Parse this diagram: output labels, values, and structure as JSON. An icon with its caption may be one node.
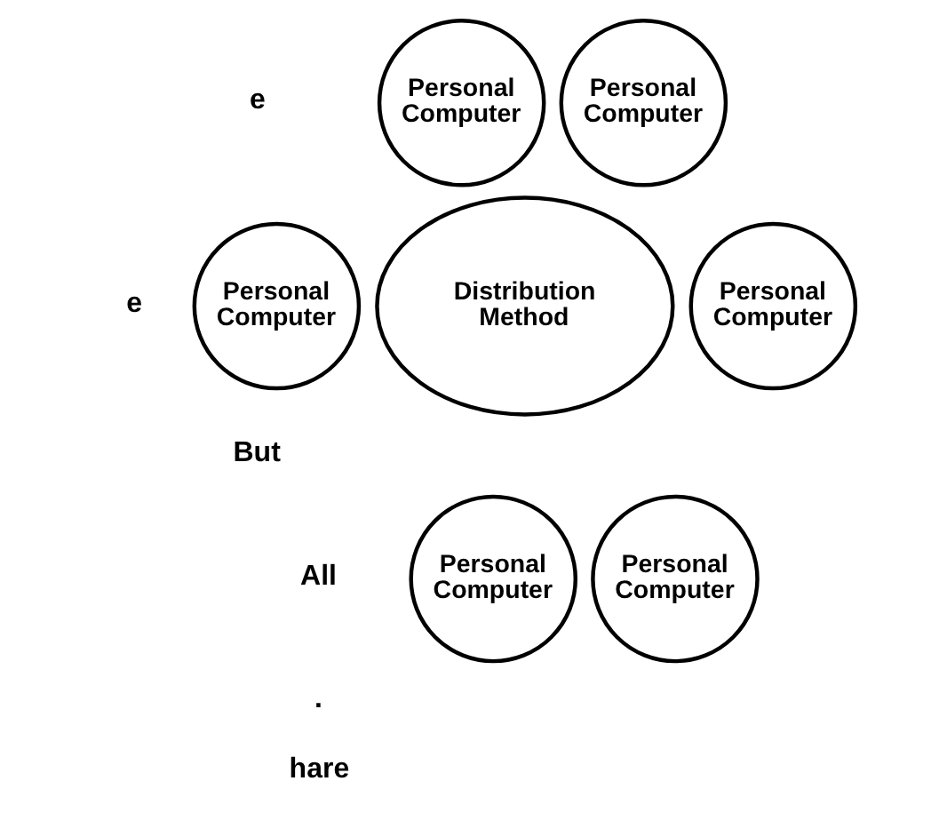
{
  "diagram": {
    "nodes": [
      {
        "text": [
          "Distribution Method"
        ]
      },
      {
        "text": [
          "Personal Computer"
        ]
      },
      {
        "text": [
          "Personal Computer"
        ]
      },
      {
        "text": [
          "Personal Computer"
        ]
      },
      {
        "text": [
          "Personal Computer"
        ]
      },
      {
        "text": [
          "Personal Computer"
        ]
      },
      {
        "text": [
          "Personal Computer"
        ]
      }
    ],
    "edges": [],
    "labels": [
      "e",
      "e",
      "But",
      "All",
      ".",
      "hare"
    ]
  }
}
